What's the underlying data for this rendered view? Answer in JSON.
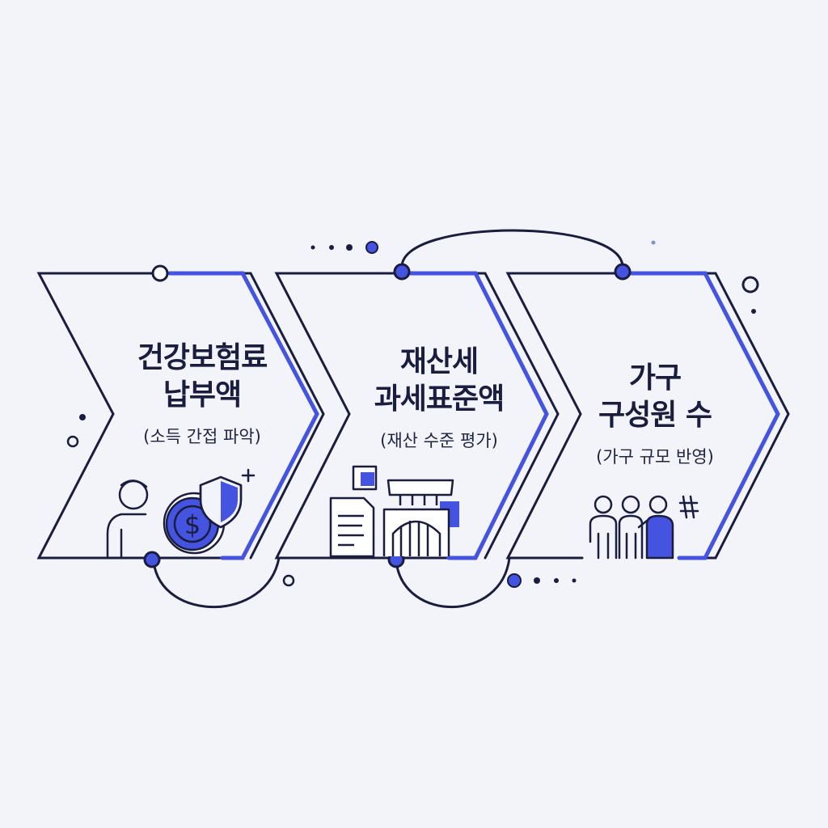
{
  "steps": [
    {
      "title_line1": "건강보험료",
      "title_line2": "납부액",
      "subtitle": "(소득 간접 파악)",
      "icon": "person-coin-shield-icon"
    },
    {
      "title_line1": "재산세",
      "title_line2": "과세표준액",
      "subtitle": "(재산 수준 평가)",
      "icon": "document-building-icon"
    },
    {
      "title_line1": "가구",
      "title_line2": "구성원 수",
      "subtitle": "(가구 규모 반영)",
      "icon": "family-group-icon"
    }
  ],
  "colors": {
    "outline": "#1a1d3d",
    "accent": "#4453e0",
    "background": "#f3f4fa"
  }
}
